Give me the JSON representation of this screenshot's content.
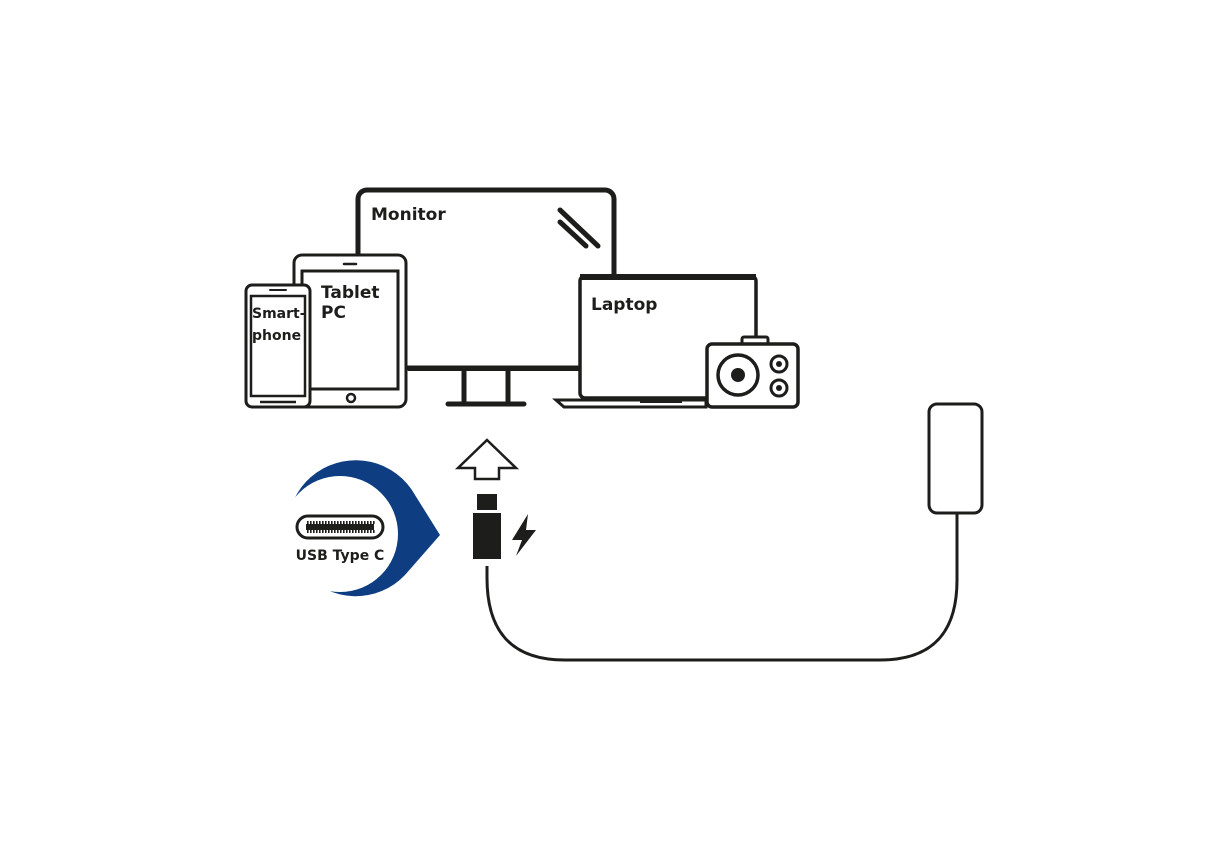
{
  "devices": {
    "monitor": {
      "label": "Monitor"
    },
    "tablet": {
      "label_line1": "Tablet",
      "label_line2": "PC"
    },
    "smartphone": {
      "label_line1": "Smart-",
      "label_line2": "phone"
    },
    "laptop": {
      "label": "Laptop"
    }
  },
  "usb_callout": {
    "label": "USB Type C"
  },
  "colors": {
    "line": "#1d1d1b",
    "callout": "#0f3d82",
    "background": "#ffffff"
  },
  "icons": [
    "monitor-icon",
    "tablet-icon",
    "smartphone-icon",
    "laptop-icon",
    "speaker-icon",
    "up-arrow-icon",
    "usb-c-plug-icon",
    "lightning-bolt-icon",
    "power-adapter-icon",
    "usb-c-port-icon"
  ]
}
